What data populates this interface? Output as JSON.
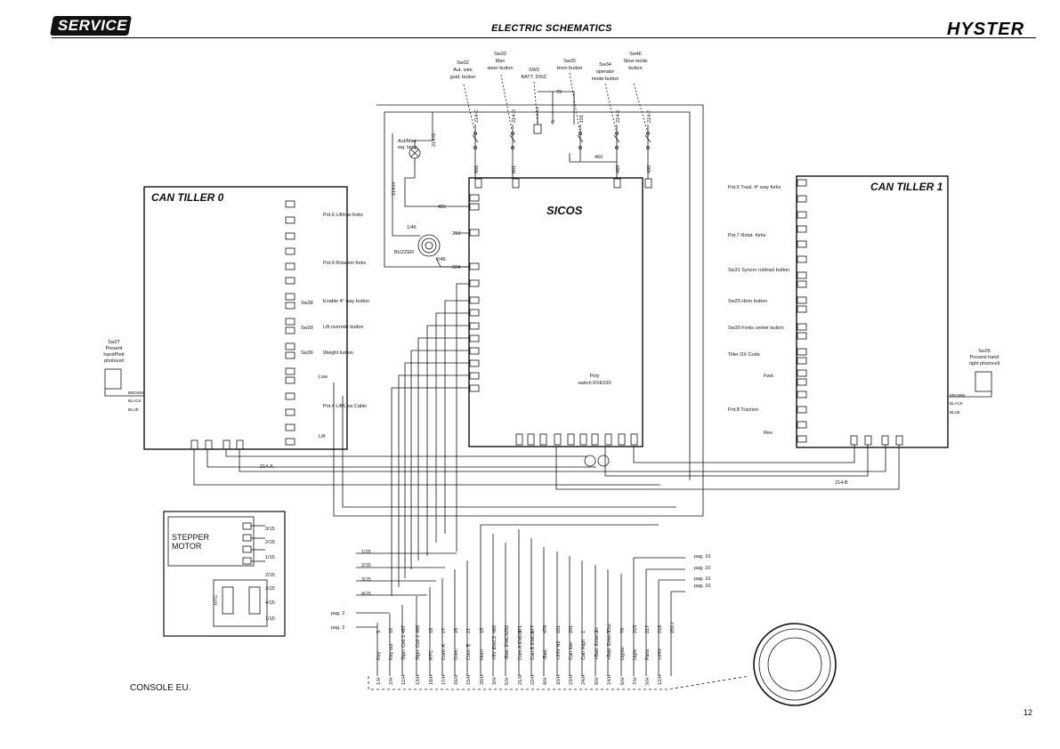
{
  "header": {
    "badge": "SERVICE",
    "title": "ELECTRIC SCHEMATICS",
    "brand": "HYSTER"
  },
  "footer": {
    "page_number": "12"
  },
  "labels": {
    "can_tiller_0": "CAN TILLER 0",
    "can_tiller_1": "CAN TILLER 1",
    "sicos": "SICOS",
    "console": "CONSOLE EU.",
    "stepper_motor_1": "STEPPER",
    "stepper_motor_2": "MOTOR",
    "buzzer": "BUZZER",
    "lamp_1": "Aut/Man",
    "lamp_2": "wg. lamp",
    "poly_switch_1": "Poly",
    "poly_switch_2": "switch RXE030",
    "wire_214A": "214-A",
    "wire_214B": "214-B",
    "wire_214H": "214-H",
    "wire_214G": "214-G",
    "wire_455": "455",
    "wire_213": "213",
    "wire_624": "624",
    "wire_79": "79",
    "wire_460": "460",
    "buzzer_1_46": "1/46",
    "buzzer_2_46": "2/46",
    "sw32": [
      "Sw32",
      "Aut. wire",
      "guid. button"
    ],
    "sw33": [
      "Sw33",
      "Man",
      "steer button"
    ],
    "sw2": [
      "SW2",
      "BATT. DISC"
    ],
    "sw25_top": [
      "Sw25",
      "Horn button"
    ],
    "sw34": [
      "Sw34",
      "operator",
      "mode button"
    ],
    "sw46": [
      "Sw46",
      "Slow mode",
      "button"
    ],
    "top_wires": [
      "214-C",
      "214-D",
      "5",
      "101",
      "214-E",
      "214-F"
    ],
    "top_wires_low": [
      "600",
      "601",
      "489",
      "490"
    ],
    "tiller0_items": [
      "Pot.6 Lift/low forks",
      "Pot.9 Rotation forks",
      "Enable 4° way button",
      "Lift override button",
      "Weight button",
      "Pot.4 Lift/Low Cabin"
    ],
    "tiller0_sw": [
      "Sw38",
      "Sw39",
      "Sw36"
    ],
    "tiller0_low": "Low",
    "tiller0_lift": "Lift",
    "tiller1_items": [
      "Pot.5 Trasl. 4° way forks",
      "Pot.7 Rotat. forks",
      "Sw31 Syncro rot/trasl button",
      "Sw25 Horn button",
      "Sw30 Forks center button",
      "Tiller DX Coda",
      "Pot.8 Traction"
    ],
    "tiller1_fwd": "Fwd.",
    "tiller1_rev": "Rev.",
    "sw27": [
      "Sw27",
      "Present",
      "handPlett",
      "photocell"
    ],
    "sw26": [
      "Sw26",
      "Present hand",
      "right photocell"
    ],
    "left_pins": [
      "BROWN",
      "BLACK",
      "BLUE"
    ],
    "right_pins": [
      "BROWN",
      "BLACK",
      "BLUE"
    ],
    "stepper_refs": [
      "3/15",
      "2/15",
      "1/15",
      "2/15",
      "3/15",
      "4/15",
      "1/15"
    ],
    "console_left_refs": [
      "1/15",
      "2/15",
      "3/15",
      "4/15"
    ],
    "pag2": [
      "pag. 2",
      "pag. 2"
    ],
    "pag10": [
      "pag. 10",
      "pag. 10",
      "pag. 10",
      "pag. 10"
    ],
    "bottom_wires": [
      "3",
      "10",
      "487",
      "488",
      "18",
      "17",
      "16",
      "21",
      "15",
      "460",
      "252",
      "471",
      "477",
      "476",
      "101",
      "201",
      "1",
      "2",
      "5",
      "79",
      "215",
      "217",
      "218",
      "201-i"
    ],
    "bottom_pins": [
      "1/H",
      "2/H",
      "11/H",
      "13/H",
      "18/H",
      "17/H",
      "16/H",
      "15/H",
      "20/H",
      "3/H",
      "5/H",
      "21/H",
      "22/H",
      "4/H",
      "10/H",
      "23/H",
      "24/H",
      "8/H",
      "14/H",
      "6/H",
      "7/H",
      "9/H",
      "12/H"
    ],
    "bottom_names": [
      "Key",
      "Key out",
      "Sign. Cell 1",
      "Sign. Cell 2",
      "RTC",
      "Com. A",
      "Com.",
      "Com. B",
      "Horn",
      "+5V EMC3",
      "-Batt. EMC3",
      "Com.A EMC3",
      "Can B EMC3",
      "-Batt.",
      "+24V N2",
      "Can low",
      "Can High",
      "+Batt. Emer. In",
      "+Batt. Emer. Out",
      "Lights",
      "Light",
      "Fans",
      "+24V"
    ],
    "rtc": "RTC"
  },
  "colors": {
    "ink": "#111111",
    "paper": "#ffffff",
    "grid": "#333333"
  }
}
